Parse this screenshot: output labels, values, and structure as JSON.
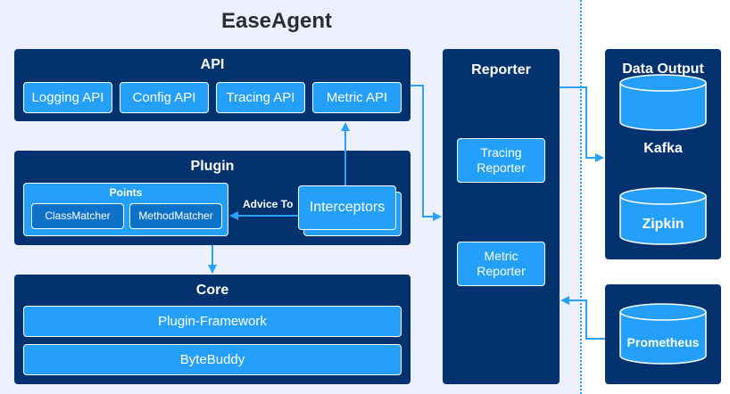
{
  "title": "EaseAgent",
  "colors": {
    "panel": "#03326F",
    "chip": "#24A0FA",
    "chip_dark": "#0E72C9",
    "arrow": "#2AA2FC",
    "background": "#ECF0FD"
  },
  "api": {
    "title": "API",
    "items": [
      "Logging API",
      "Config API",
      "Tracing API",
      "Metric API"
    ]
  },
  "plugin": {
    "title": "Plugin",
    "points": {
      "title": "Points",
      "items": [
        "ClassMatcher",
        "MethodMatcher"
      ]
    },
    "advice_label": "Advice To",
    "interceptors": "Interceptors"
  },
  "core": {
    "title": "Core",
    "items": [
      "Plugin-Framework",
      "ByteBuddy"
    ]
  },
  "reporter": {
    "title": "Reporter",
    "items": [
      "Tracing Reporter",
      "Metric Reporter"
    ],
    "tracing_line1": "Tracing",
    "tracing_line2": "Reporter",
    "metric_line1": "Metric",
    "metric_line2": "Reporter"
  },
  "data_output": {
    "title_line1": "Data Output",
    "title_line2": "Server",
    "databases": [
      "Kafka",
      "Zipkin"
    ]
  },
  "metrics_server": {
    "databases": [
      "Prometheus"
    ]
  }
}
